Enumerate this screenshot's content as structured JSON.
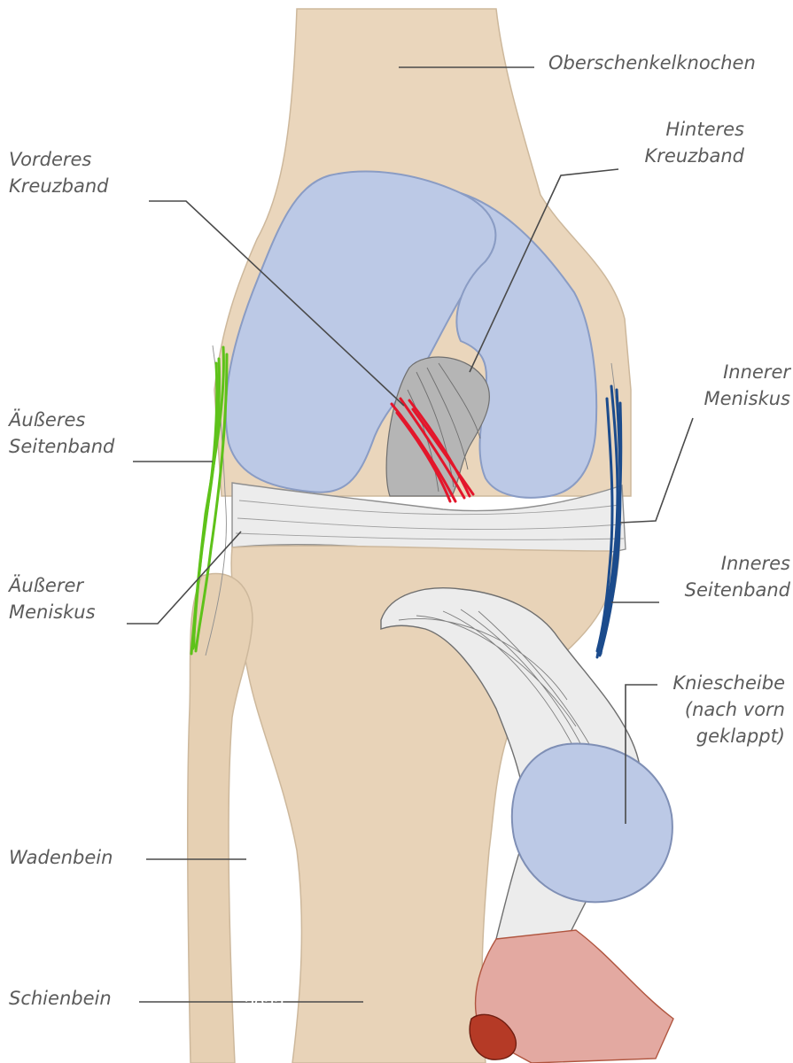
{
  "labels": {
    "femur": "Oberschenkelknochen",
    "pcl": [
      "Hinteres",
      "Kreuzband"
    ],
    "acl": [
      "Vorderes",
      "Kreuzband"
    ],
    "medial_meniscus": [
      "Innerer",
      "Meniskus"
    ],
    "lateral_collateral": [
      "Äußeres",
      "Seitenband"
    ],
    "lateral_meniscus": [
      "Äußerer",
      "Meniskus"
    ],
    "medial_collateral": [
      "Inneres",
      "Seitenband"
    ],
    "patella": [
      "Kniescheibe",
      "(nach vorn",
      "geklappt)"
    ],
    "fibula": "Wadenbein",
    "tibia": "Schienbein"
  },
  "stamp": "2022",
  "colors": {
    "bone": "#ead6bc",
    "cartilage": "#bcc9e6",
    "ligament": "#e9e9e9",
    "lateral_collateral_marker": "#5ec21a",
    "medial_collateral_marker": "#1b4b8c",
    "acl_marker": "#e3162b",
    "muscle": "#e3a9a1"
  }
}
